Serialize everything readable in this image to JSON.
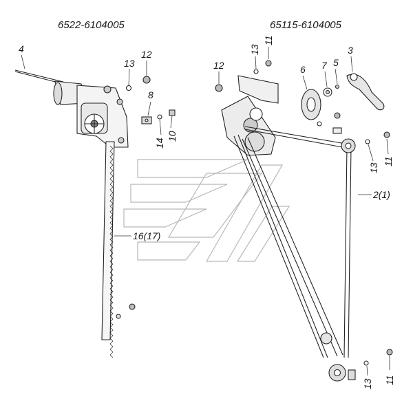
{
  "titles": {
    "left": "6522-6104005",
    "right": "65115-6104005"
  },
  "callouts": {
    "c4": "4",
    "c13a": "13",
    "c12a": "12",
    "c8": "8",
    "c14": "14",
    "c10": "10",
    "c16": "16(17)",
    "c12b": "12",
    "c13b": "13",
    "c11a": "11",
    "c6": "6",
    "c7": "7",
    "c5": "5",
    "c3": "3",
    "c13c": "13",
    "c11b": "11",
    "c2": "2(1)",
    "c13d": "13",
    "c11c": "11"
  }
}
